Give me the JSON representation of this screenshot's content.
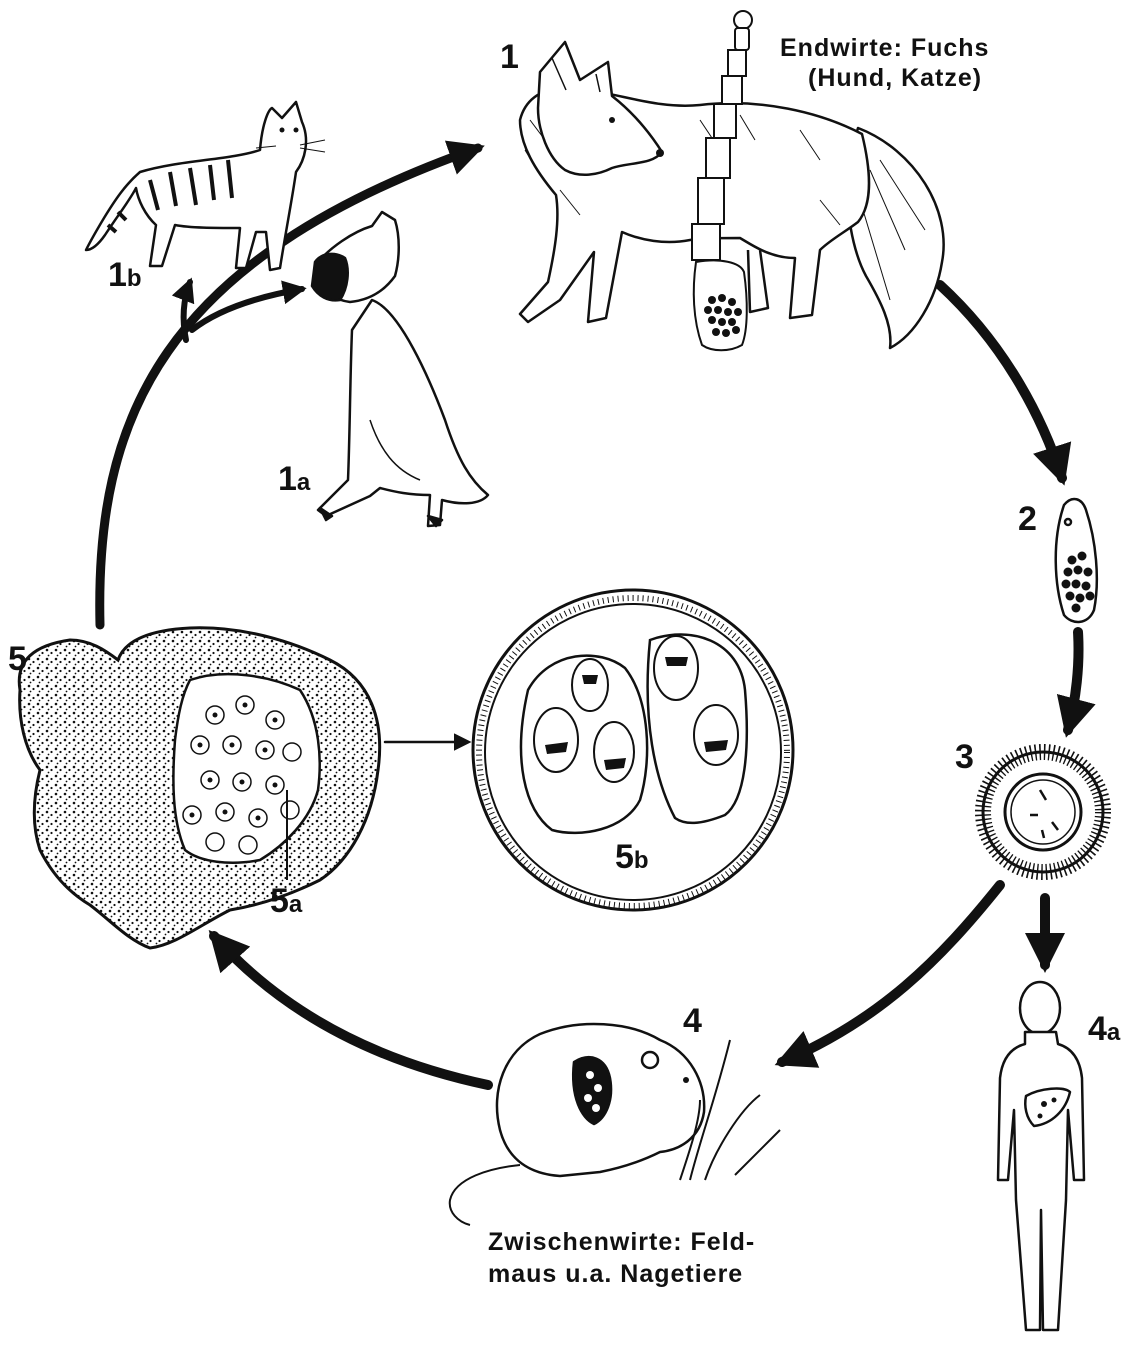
{
  "labels": {
    "n1": "1",
    "n1a_main": "1",
    "n1a_sub": "a",
    "n1b_main": "1",
    "n1b_sub": "b",
    "n2": "2",
    "n3": "3",
    "n4": "4",
    "n4a_main": "4",
    "n4a_sub": "a",
    "n5": "5",
    "n5a_main": "5",
    "n5a_sub": "a",
    "n5b_main": "5",
    "n5b_sub": "b"
  },
  "captions": {
    "final_hosts_line1": "Endwirte: Fuchs",
    "final_hosts_line2": "(Hund, Katze)",
    "intermediate_hosts_line1": "Zwischenwirte: Feld-",
    "intermediate_hosts_line2": "maus u.a. Nagetiere"
  },
  "colors": {
    "ink": "#111111",
    "paper": "#ffffff"
  }
}
